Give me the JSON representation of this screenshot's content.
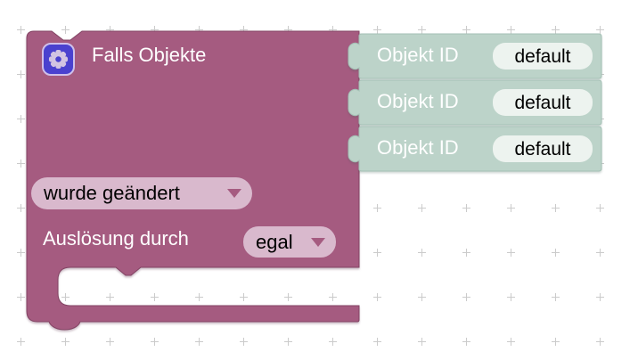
{
  "workspace": {
    "grid_marker": "+"
  },
  "colors": {
    "grid_color": "#cbcbcb",
    "block_main": "#a55b80",
    "block_main_border": "#824363",
    "shadow_block": "#bcd3c9",
    "shadow_block_border": "#a4c0b5",
    "dropdown_bg": "#d9b9cd",
    "value_field_bg": "#edf3ef",
    "gear_bg": "#4a41cf",
    "gear_border": "#cfc0ea",
    "gear_glyph": "#d2c4e2",
    "arrow_color": "#a55b80",
    "text_light": "#ffffff",
    "text_dark": "#000000"
  },
  "trigger_block": {
    "title": "Falls Objekte",
    "mutator_icon": "gear",
    "object_inputs": [
      {
        "label": "Objekt ID",
        "value": "default"
      },
      {
        "label": "Objekt ID",
        "value": "default"
      },
      {
        "label": "Objekt ID",
        "value": "default"
      }
    ],
    "condition_dropdown": {
      "value": "wurde geändert"
    },
    "trigger_row_label": "Auslösung durch",
    "trigger_dropdown": {
      "value": "egal"
    }
  }
}
